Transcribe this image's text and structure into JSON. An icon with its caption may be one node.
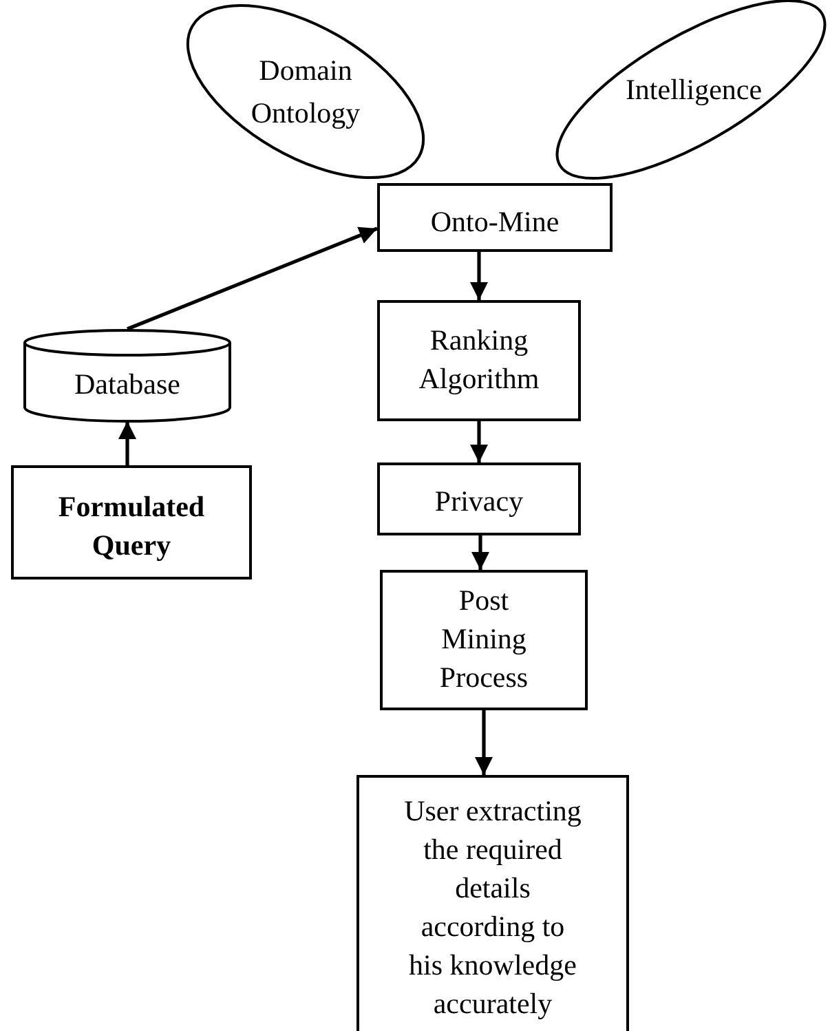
{
  "diagram": {
    "nodes": [
      {
        "text": [
          "Domain Ontology"
        ]
      },
      {
        "text": [
          "Intelligence"
        ]
      },
      {
        "text": [
          "Onto-Mine"
        ]
      },
      {
        "text": [
          "Database"
        ]
      },
      {
        "text": [
          "Ranking Algorithm"
        ]
      },
      {
        "text": [
          "Privacy"
        ]
      },
      {
        "text": [
          "Formulated Query"
        ]
      },
      {
        "text": [
          "Post Mining Process"
        ]
      },
      {
        "text": [
          "User extracting the required details according to his knowledge accurately"
        ]
      }
    ],
    "edges": [
      {
        "from": 3,
        "to": 2,
        "arrow": "to"
      },
      {
        "from": 2,
        "to": 4,
        "arrow": "to"
      },
      {
        "from": 4,
        "to": 5,
        "arrow": "to"
      },
      {
        "from": 6,
        "to": 3,
        "arrow": "to"
      },
      {
        "from": 5,
        "to": 7,
        "arrow": "to"
      },
      {
        "from": 7,
        "to": 8,
        "arrow": "to"
      }
    ]
  }
}
